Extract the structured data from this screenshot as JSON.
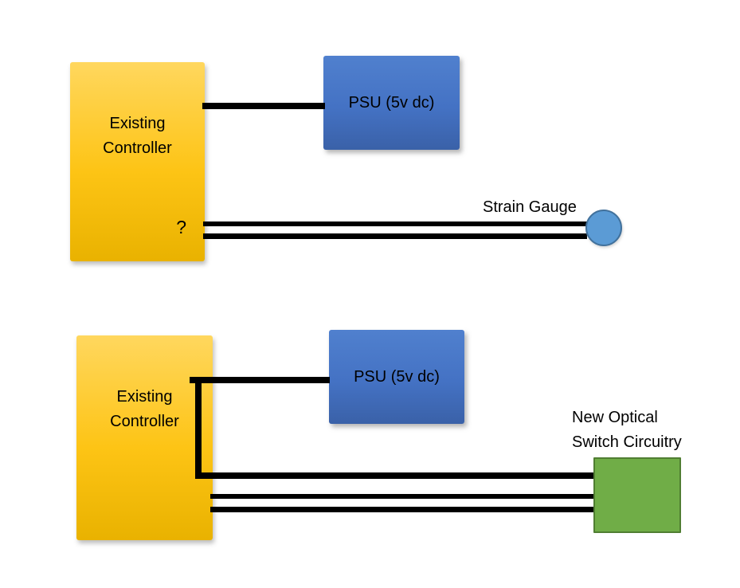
{
  "colors": {
    "gold_light": "#ffd75e",
    "gold_mid": "#fdc415",
    "gold_dark": "#e9b200",
    "blue_light": "#5080ce",
    "blue_mid": "#4472c4",
    "blue_dark": "#3a61a8",
    "circle_fill": "#5b9bd5",
    "circle_stroke": "#41719c",
    "green_fill": "#70ad47",
    "green_stroke": "#507e32",
    "wire": "#000000",
    "text": "#000000"
  },
  "top_diagram": {
    "controller": {
      "line1": "Existing",
      "line2": "Controller",
      "question_mark": "?"
    },
    "psu": {
      "label": "PSU (5v dc)"
    },
    "strain_gauge": {
      "label": "Strain Gauge"
    }
  },
  "bottom_diagram": {
    "controller": {
      "line1": "Existing",
      "line2": "Controller"
    },
    "psu": {
      "label": "PSU (5v dc)"
    },
    "optical_switch": {
      "line1": "New Optical",
      "line2": "Switch Circuitry"
    }
  }
}
